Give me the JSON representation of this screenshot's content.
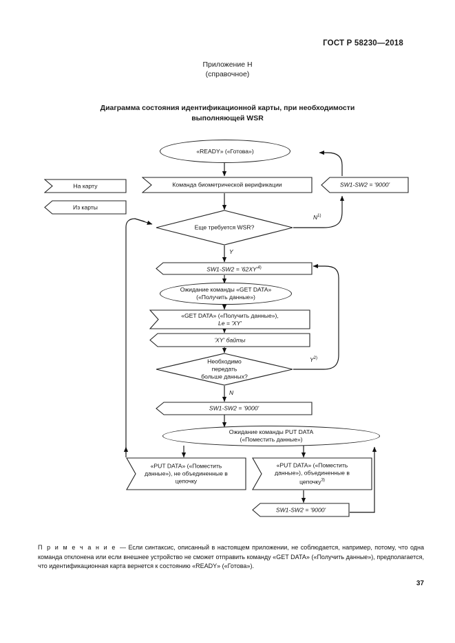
{
  "document": {
    "standard_header": "ГОСТ Р 58230—2018",
    "annex_label": "Приложение Н",
    "annex_kind": "(справочное)",
    "diagram_title_line1": "Диаграмма состояния идентификационной карты, при необходимости",
    "diagram_title_line2": "выполняющей WSR",
    "page_number": "37"
  },
  "legend": {
    "to_card": "На карту",
    "from_card": "Из карты"
  },
  "flowchart": {
    "nodes": {
      "ready_state": "«READY» («Готова»)",
      "bio_verify_cmd": "Команда биометрической верификации",
      "sw_9000_top": "SW1-SW2 = '9000'",
      "decision_wsr": "Еще требуется WSR?",
      "sw_62xy": "SW1-SW2 = '62XY'",
      "sw_62xy_sup": "4)",
      "wait_get_data_l1": "Ожидание команды «GET DATA»",
      "wait_get_data_l2": "(«Получить данные»)",
      "get_data_cmd_l1": "«GET DATA» («Получить данные»),",
      "get_data_cmd_l2": "Le = 'XY'",
      "xy_bytes": "'XY' байты",
      "decision_more_l1": "Необходимо",
      "decision_more_l2": "передать",
      "decision_more_l3": "больше данных?",
      "sw_9000_mid": "SW1-SW2 = '9000'",
      "wait_put_data_l1": "Ожидание команды PUT DATA",
      "wait_put_data_l2": "(«Поместить данные»)",
      "put_data_unchained_l1": "«PUT DATA» («Поместить",
      "put_data_unchained_l2": "данные»), не объединенные в",
      "put_data_unchained_l3": "цепочку",
      "put_data_chained_l1": "«PUT DATA» («Поместить",
      "put_data_chained_l2": "данные»), объединенные в",
      "put_data_chained_l3": "цепочку",
      "put_data_chained_sup": "3)",
      "sw_9000_bottom": "SW1-SW2 = '9000'"
    },
    "branches": {
      "wsr_no": "N",
      "wsr_no_sup": "1)",
      "wsr_yes": "Y",
      "more_yes": "Y",
      "more_yes_sup": "2)",
      "more_no": "N"
    }
  },
  "note": {
    "prefix": "П р и м е ч а н и е ",
    "body": "— Если синтаксис, описанный в настоящем приложении, не соблюдается, например, потому, что одна команда отклонена или если внешнее устройство не сможет отправить команду «GET DATA» («Получить данные»), предполагается, что идентификационная карта вернется к состоянию «READY» («Готова»)."
  }
}
